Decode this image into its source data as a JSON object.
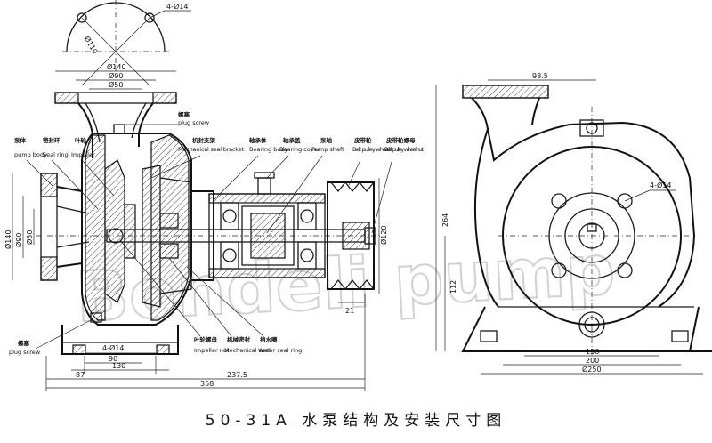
{
  "title": "50-31A 水泵结构及安装尺寸图",
  "watermark": "Bondeli pump",
  "labels": {
    "plug_screw_top_cn": "螺塞",
    "plug_screw_top_en": "plug screw",
    "pump_body_cn": "泵体",
    "pump_body_en": "pump body",
    "seal_ring_cn": "密封环",
    "seal_ring_en": "Seal ring",
    "impeller_cn": "叶轮",
    "impeller_en": "Impeller",
    "mech_seal_bracket_cn": "机封支架",
    "mech_seal_bracket_en": "Mechanical seal bracket",
    "bearing_body_cn": "轴承体",
    "bearing_body_en": "Bearing body",
    "bearing_cover_cn": "轴承盖",
    "bearing_cover_en": "Bearing cover",
    "pump_shaft_cn": "泵轴",
    "pump_shaft_en": "Pump shaft",
    "belt_pulley_cn": "皮带轮",
    "belt_pulley_en": "Belt pulley wheel",
    "belt_pulley_nut_cn": "皮带轮螺母",
    "belt_pulley_nut_en": "Belt pulley wheel nut",
    "impeller_nut_cn": "叶轮螺母",
    "impeller_nut_en": "Impeller nut",
    "mech_seal_cn": "机械密封",
    "mech_seal_en": "Mechanical seal",
    "water_seal_cn": "挡水圈",
    "water_seal_en": "Water seal ring",
    "plug_screw_bottom_cn": "螺塞",
    "plug_screw_bottom_en": "plug screw"
  },
  "dimensions": {
    "holes_top": "4-Ø14",
    "bolt_circle": "Ø110",
    "d140_top": "Ø140",
    "d90_top": "Ø90",
    "d50_top": "Ø50",
    "d140_left": "Ø140",
    "d90_left": "Ø90",
    "d50_left": "Ø50",
    "holes_bottom": "4-Ø14",
    "len_90": "90",
    "len_130": "130",
    "len_87": "87",
    "len_237_5": "237.5",
    "len_358": "358",
    "height_21": "21",
    "d120": "Ø120",
    "side_98_5": "98.5",
    "side_264": "264",
    "side_112": "112",
    "side_holes": "4-Ø14",
    "side_156": "156",
    "side_200": "200",
    "side_250": "Ø250"
  }
}
